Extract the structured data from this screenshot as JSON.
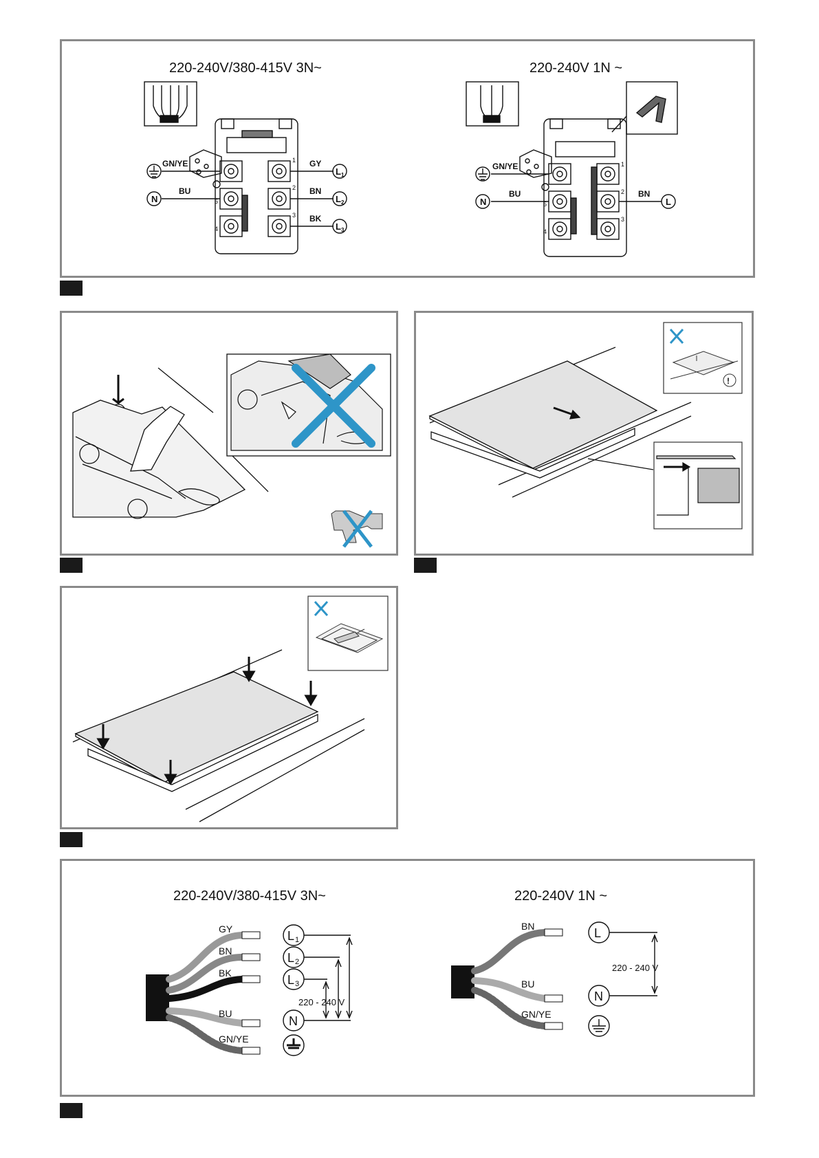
{
  "figure1": {
    "left_title": "220-240V/380-415V 3N~",
    "right_title": "220-240V 1N ~",
    "left": {
      "earth_wire": "GN/YE",
      "neutral_wire": "BU",
      "l1_wire": "GY",
      "l2_wire": "BN",
      "l3_wire": "BK",
      "terminal_N": "N",
      "terminal_L": "L",
      "sub1": "1",
      "sub2": "2",
      "sub3": "3",
      "num1": "1",
      "num2": "2",
      "num3": "3",
      "num4": "4",
      "num5": "5"
    },
    "right": {
      "earth_wire": "GN/YE",
      "neutral_wire": "BU",
      "live_wire": "BN",
      "terminal_N": "N",
      "terminal_L": "L",
      "num1": "1",
      "num2": "2",
      "num3": "3",
      "num4": "4",
      "num5": "5"
    }
  },
  "figure5": {
    "left_title": "220-240V/380-415V 3N~",
    "right_title": "220-240V 1N ~",
    "left": {
      "wires": [
        "GY",
        "BN",
        "BK",
        "BU",
        "GN/YE"
      ],
      "terminal_L": "L",
      "sub1": "1",
      "sub2": "2",
      "sub3": "3",
      "terminal_N": "N",
      "voltage": "220 - 240 V"
    },
    "right": {
      "wires": [
        "BN",
        "BU",
        "GN/YE"
      ],
      "terminal_L": "L",
      "terminal_N": "N",
      "voltage": "220 - 240 V"
    }
  }
}
